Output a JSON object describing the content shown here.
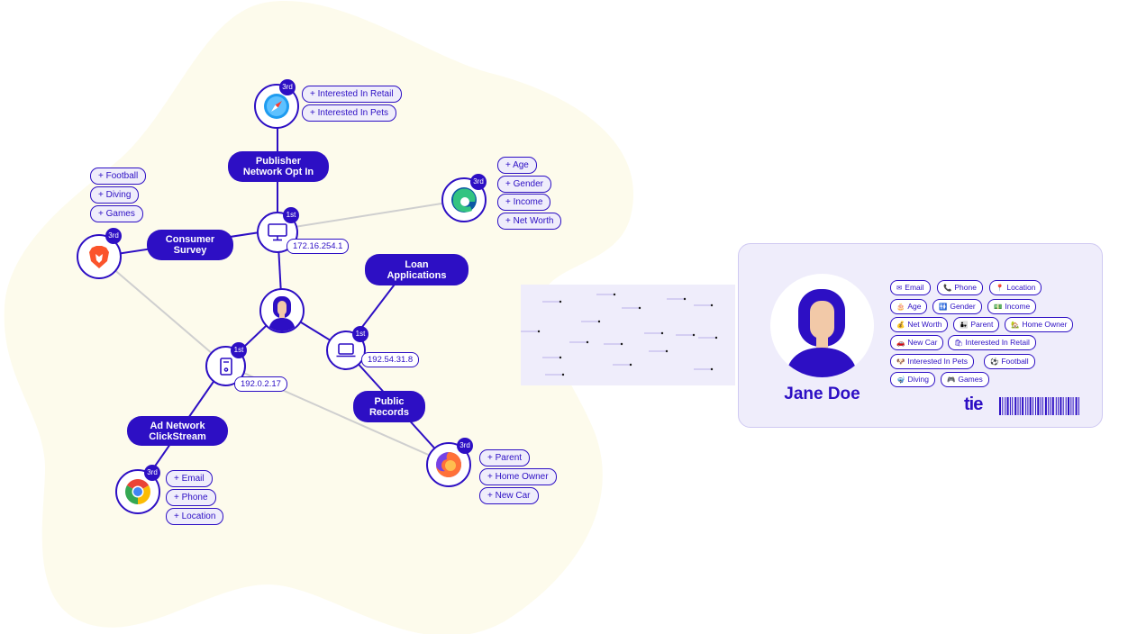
{
  "colors": {
    "accent": "#2d0fc4",
    "blob": "#fdfbec",
    "card": "#efedfb",
    "skin": "#f2c9a8"
  },
  "hubs": {
    "top_device": {
      "badge": "1st",
      "ip": "172.16.254.1",
      "icon": "desktop-monitor-icon"
    },
    "left_device": {
      "badge": "1st",
      "ip": "192.0.2.17",
      "icon": "desktop-tower-icon"
    },
    "right_device": {
      "badge": "1st",
      "ip": "192.54.31.8",
      "icon": "laptop-icon"
    },
    "center": {
      "icon": "person-avatar-icon"
    }
  },
  "sources": [
    {
      "label": "Publisher\nNetwork Opt In"
    },
    {
      "label": "Consumer\nSurvey"
    },
    {
      "label": "Loan\nApplications"
    },
    {
      "label": "Public\nRecords"
    },
    {
      "label": "Ad Network\nClickStream"
    }
  ],
  "browsers": [
    {
      "name": "safari-icon",
      "badge": "3rd",
      "attributes": [
        "+ Interested In Retail",
        "+ Interested In Pets"
      ]
    },
    {
      "name": "brave-icon",
      "badge": "3rd",
      "attributes": [
        "+ Football",
        "+ Diving",
        "+ Games"
      ]
    },
    {
      "name": "edge-icon",
      "badge": "3rd",
      "attributes": [
        "+ Age",
        "+ Gender",
        "+ Income",
        "+ Net Worth"
      ]
    },
    {
      "name": "firefox-icon",
      "badge": "3rd",
      "attributes": [
        "+ Parent",
        "+ Home Owner",
        "+ New Car"
      ]
    },
    {
      "name": "chrome-icon",
      "badge": "3rd",
      "attributes": [
        "+ Email",
        "+ Phone",
        "+ Location"
      ]
    }
  ],
  "profile": {
    "name": "Jane Doe",
    "logo": "tie",
    "tags": [
      {
        "icon": "✉",
        "label": "Email"
      },
      {
        "icon": "📞",
        "label": "Phone"
      },
      {
        "icon": "📍",
        "label": "Location"
      },
      {
        "icon": "🎂",
        "label": "Age"
      },
      {
        "icon": "🚻",
        "label": "Gender"
      },
      {
        "icon": "💵",
        "label": "Income"
      },
      {
        "icon": "💰",
        "label": "Net Worth"
      },
      {
        "icon": "👨‍👧",
        "label": "Parent"
      },
      {
        "icon": "🏡",
        "label": "Home Owner"
      },
      {
        "icon": "🚗",
        "label": "New Car"
      },
      {
        "icon": "🛍",
        "label": "Interested In Retail"
      },
      {
        "icon": "🐶",
        "label": "Interested In Pets"
      },
      {
        "icon": "⚽",
        "label": "Football"
      },
      {
        "icon": "🤿",
        "label": "Diving"
      },
      {
        "icon": "🎮",
        "label": "Games"
      }
    ]
  }
}
